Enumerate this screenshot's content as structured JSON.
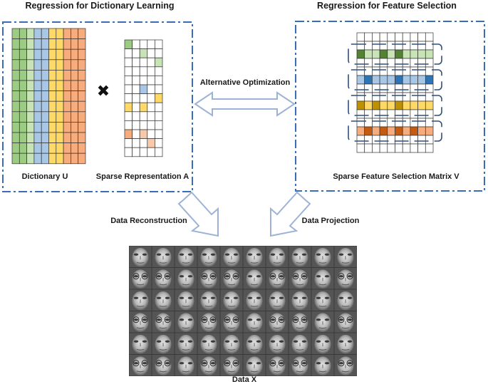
{
  "titles": {
    "dictionary_learning": "Regression for Dictionary Learning",
    "feature_selection": "Regression for Feature Selection"
  },
  "labels": {
    "dictionary_u": "Dictionary U",
    "sparse_representation_a": "Sparse Representation A",
    "sparse_feature_matrix_v": "Sparse Feature Selection Matrix V",
    "alternative_optimization": "Alternative Optimization",
    "data_reconstruction": "Data Reconstruction",
    "data_projection": "Data Projection",
    "data_x": "Data X"
  },
  "colors": {
    "frame": "#3b6cb7",
    "arrow_fill": "#ffffff",
    "arrow_stroke": "#9db3d6",
    "green": "#9ccc84",
    "light_green": "#c8e3b6",
    "blue": "#a8c6e5",
    "yellow": "#ffd966",
    "orange": "#f6ac7d",
    "light_orange": "#f8c9a8",
    "dark_green": "#548235",
    "dark_blue": "#2e75b6",
    "dark_yellow": "#bf9000",
    "dark_orange": "#c55a11"
  },
  "dictionary_u": {
    "rows": 13,
    "column_colors": [
      "green",
      "green",
      "light_green",
      "blue",
      "blue",
      "yellow",
      "yellow",
      "orange",
      "orange",
      "orange"
    ]
  },
  "sparse_a": {
    "rows": 13,
    "cols": 5,
    "filled": [
      {
        "r": 0,
        "c": 0,
        "color": "green"
      },
      {
        "r": 1,
        "c": 2,
        "color": "light_green"
      },
      {
        "r": 2,
        "c": 4,
        "color": "light_green"
      },
      {
        "r": 5,
        "c": 2,
        "color": "blue"
      },
      {
        "r": 6,
        "c": 4,
        "color": "yellow"
      },
      {
        "r": 7,
        "c": 0,
        "color": "yellow"
      },
      {
        "r": 7,
        "c": 2,
        "color": "yellow"
      },
      {
        "r": 10,
        "c": 0,
        "color": "orange"
      },
      {
        "r": 10,
        "c": 2,
        "color": "light_orange"
      },
      {
        "r": 11,
        "c": 3,
        "color": "light_orange"
      }
    ]
  },
  "matrix_v": {
    "rows": 14,
    "cols": 10,
    "groups": [
      {
        "row": 2,
        "base": "light_green",
        "accent": "dark_green",
        "accent_cols": [
          0,
          3,
          5
        ]
      },
      {
        "row": 5,
        "base": "blue",
        "accent": "dark_blue",
        "accent_cols": [
          1,
          5,
          9
        ]
      },
      {
        "row": 8,
        "base": "yellow",
        "accent": "dark_yellow",
        "accent_cols": [
          0,
          2,
          5
        ]
      },
      {
        "row": 11,
        "base": "orange",
        "accent": "dark_orange",
        "accent_cols": [
          1,
          3,
          5,
          7
        ]
      }
    ]
  },
  "faces": {
    "rows": 6,
    "cols": 10
  }
}
